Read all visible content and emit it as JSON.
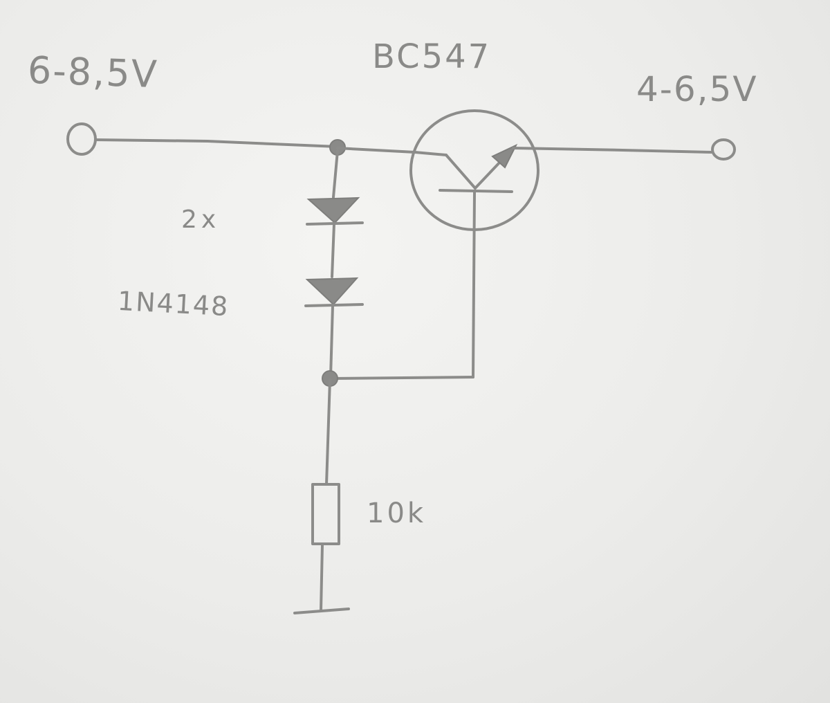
{
  "labels": {
    "input_voltage": "6-8,5V",
    "transistor": "BC547",
    "output_voltage": "4-6,5V",
    "diode_count": "2x",
    "diode_type": "1N4148",
    "resistor_value": "10k"
  },
  "colors": {
    "ink": "#8c8c8a",
    "paper": "#ececea"
  }
}
